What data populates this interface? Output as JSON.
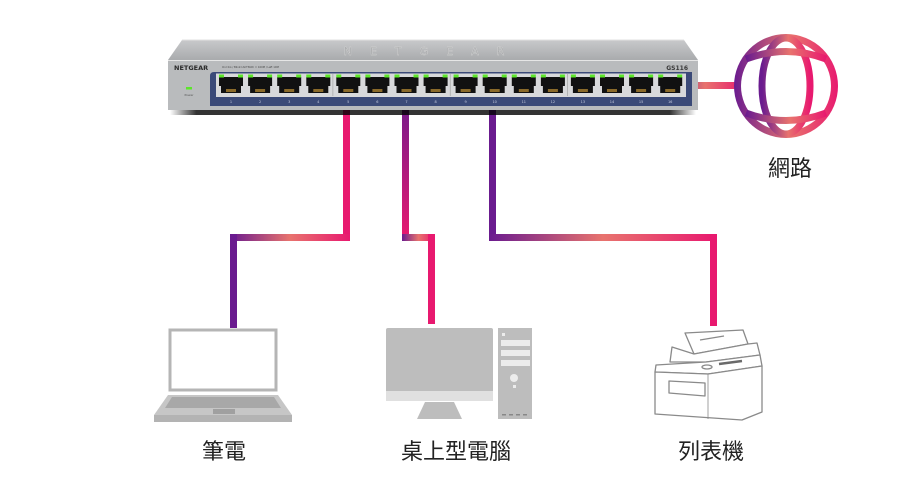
{
  "diagram": {
    "title": "Network switch connection diagram",
    "switch": {
      "brand": "NETGEAR",
      "model": "GS116",
      "power_label": "Power",
      "led_legend": [
        "On=1G / Blink=ACT",
        "Both = 100M / Left 10M"
      ],
      "port_count": 16,
      "port_labels": [
        "1",
        "2",
        "3",
        "4",
        "5",
        "6",
        "7",
        "8",
        "9",
        "10",
        "11",
        "12",
        "13",
        "14",
        "15",
        "16"
      ],
      "colors": {
        "body": "#b4b6b8",
        "panel": "#3b4a78",
        "led": "#5ce62a",
        "port": "#111111"
      }
    },
    "gradient": {
      "start": "#6a1b8f",
      "mid": "#e8736e",
      "end": "#e8196f"
    },
    "devices": [
      {
        "id": "laptop",
        "label": "筆電",
        "port": 5
      },
      {
        "id": "desktop",
        "label": "桌上型電腦",
        "port": 7
      },
      {
        "id": "printer",
        "label": "列表機",
        "port": 10
      },
      {
        "id": "internet",
        "label": "網路",
        "port": 16
      }
    ]
  }
}
